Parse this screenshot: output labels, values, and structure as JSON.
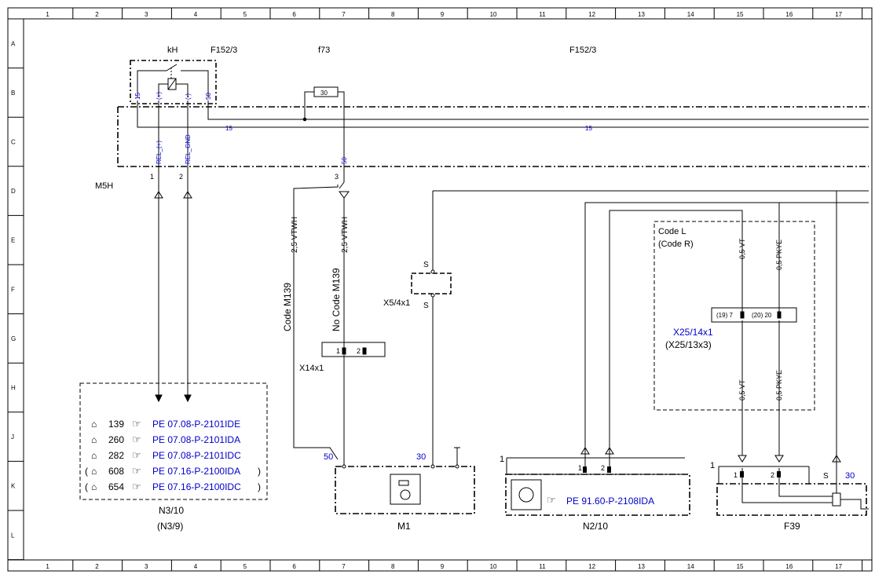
{
  "grid": {
    "columns": [
      "1",
      "2",
      "3",
      "4",
      "5",
      "6",
      "7",
      "8",
      "9",
      "10",
      "11",
      "12",
      "13",
      "14",
      "15",
      "16",
      "17"
    ],
    "rows": [
      "A",
      "B",
      "C",
      "D",
      "E",
      "F",
      "G",
      "H",
      "J",
      "K",
      "L"
    ]
  },
  "top": {
    "kh": "kH",
    "f152_left": "F152/3",
    "f73": "f73",
    "f152_right": "F152/3",
    "fuse_value": "30",
    "m5h": "M5H"
  },
  "pins": {
    "p15": "15",
    "pplus": "(+)",
    "pminus": "(-)",
    "p50": "50",
    "bus15_a": "15",
    "bus15_b": "15",
    "rel_plus": "REL_(+)",
    "rel_gnd": "REL_GND",
    "w50": "50",
    "c1": "1",
    "c2": "2",
    "c3": "3"
  },
  "wires": {
    "vtwh_left": "2,5 VTWH",
    "vtwh_right": "2,5 VTWH",
    "code_m139": "Code M139",
    "no_code_m139": "No Code M139",
    "vt_top": "0,5 VT",
    "pkye_top": "0,5 PKYE",
    "vt_bottom": "0,5 VT",
    "pkye_bottom": "0,5 PKYE"
  },
  "connectors": {
    "x5": "X5/4x1",
    "s_top": "S",
    "s_bottom": "S",
    "x14": "X14x1",
    "x14_p1": "1",
    "x14_p2": "2",
    "x25": "X25/14x1",
    "x25_alt": "(X25/13x3)",
    "x25_pins": "(19) 7",
    "x25_pins2": "(20) 20",
    "code_l": "Code L",
    "code_r": "(Code R)"
  },
  "n3": {
    "rows": [
      {
        "open": "",
        "num": "139",
        "ref": "PE 07.08-P-2101IDE",
        "close": ""
      },
      {
        "open": "",
        "num": "260",
        "ref": "PE 07.08-P-2101IDA",
        "close": ""
      },
      {
        "open": "",
        "num": "282",
        "ref": "PE 07.08-P-2101IDC",
        "close": ""
      },
      {
        "open": "(",
        "num": "608",
        "ref": "PE 07.16-P-2100IDA",
        "close": ")"
      },
      {
        "open": "(",
        "num": "654",
        "ref": "PE 07.16-P-2100IDC",
        "close": ")"
      }
    ],
    "name": "N3/10",
    "alt": "(N3/9)"
  },
  "m1": {
    "name": "M1",
    "pin50": "50",
    "pin30": "30"
  },
  "n2": {
    "name": "N2/10",
    "ref": "PE 91.60-P-2108IDA",
    "pin1": "1",
    "c1": "1",
    "c2": "2"
  },
  "f39": {
    "name": "F39",
    "pin1": "1",
    "c1": "1",
    "c2": "2",
    "s": "S",
    "pin30": "30"
  },
  "colors": {
    "link": "#0000cc",
    "line": "#000000"
  }
}
